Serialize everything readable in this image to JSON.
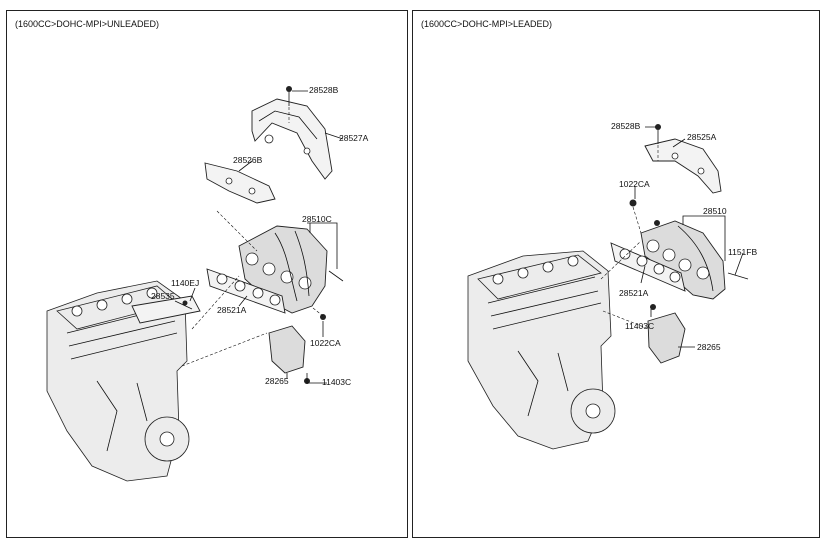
{
  "panels": {
    "left": {
      "title": "(1600CC>DOHC-MPI>UNLEADED)",
      "callouts": [
        "28528B",
        "28527A",
        "28526B",
        "28510C",
        "1140EJ",
        "28535",
        "28521A",
        "1022CA",
        "28265",
        "11403C"
      ]
    },
    "right": {
      "title": "(1600CC>DOHC-MPI>LEADED)",
      "callouts": [
        "28528B",
        "28525A",
        "1022CA",
        "28510",
        "1151FB",
        "28521A",
        "11403C",
        "28265"
      ]
    }
  },
  "icons": [
    "engine-block",
    "exhaust-manifold",
    "heat-shield",
    "gasket",
    "bracket",
    "bolt"
  ]
}
